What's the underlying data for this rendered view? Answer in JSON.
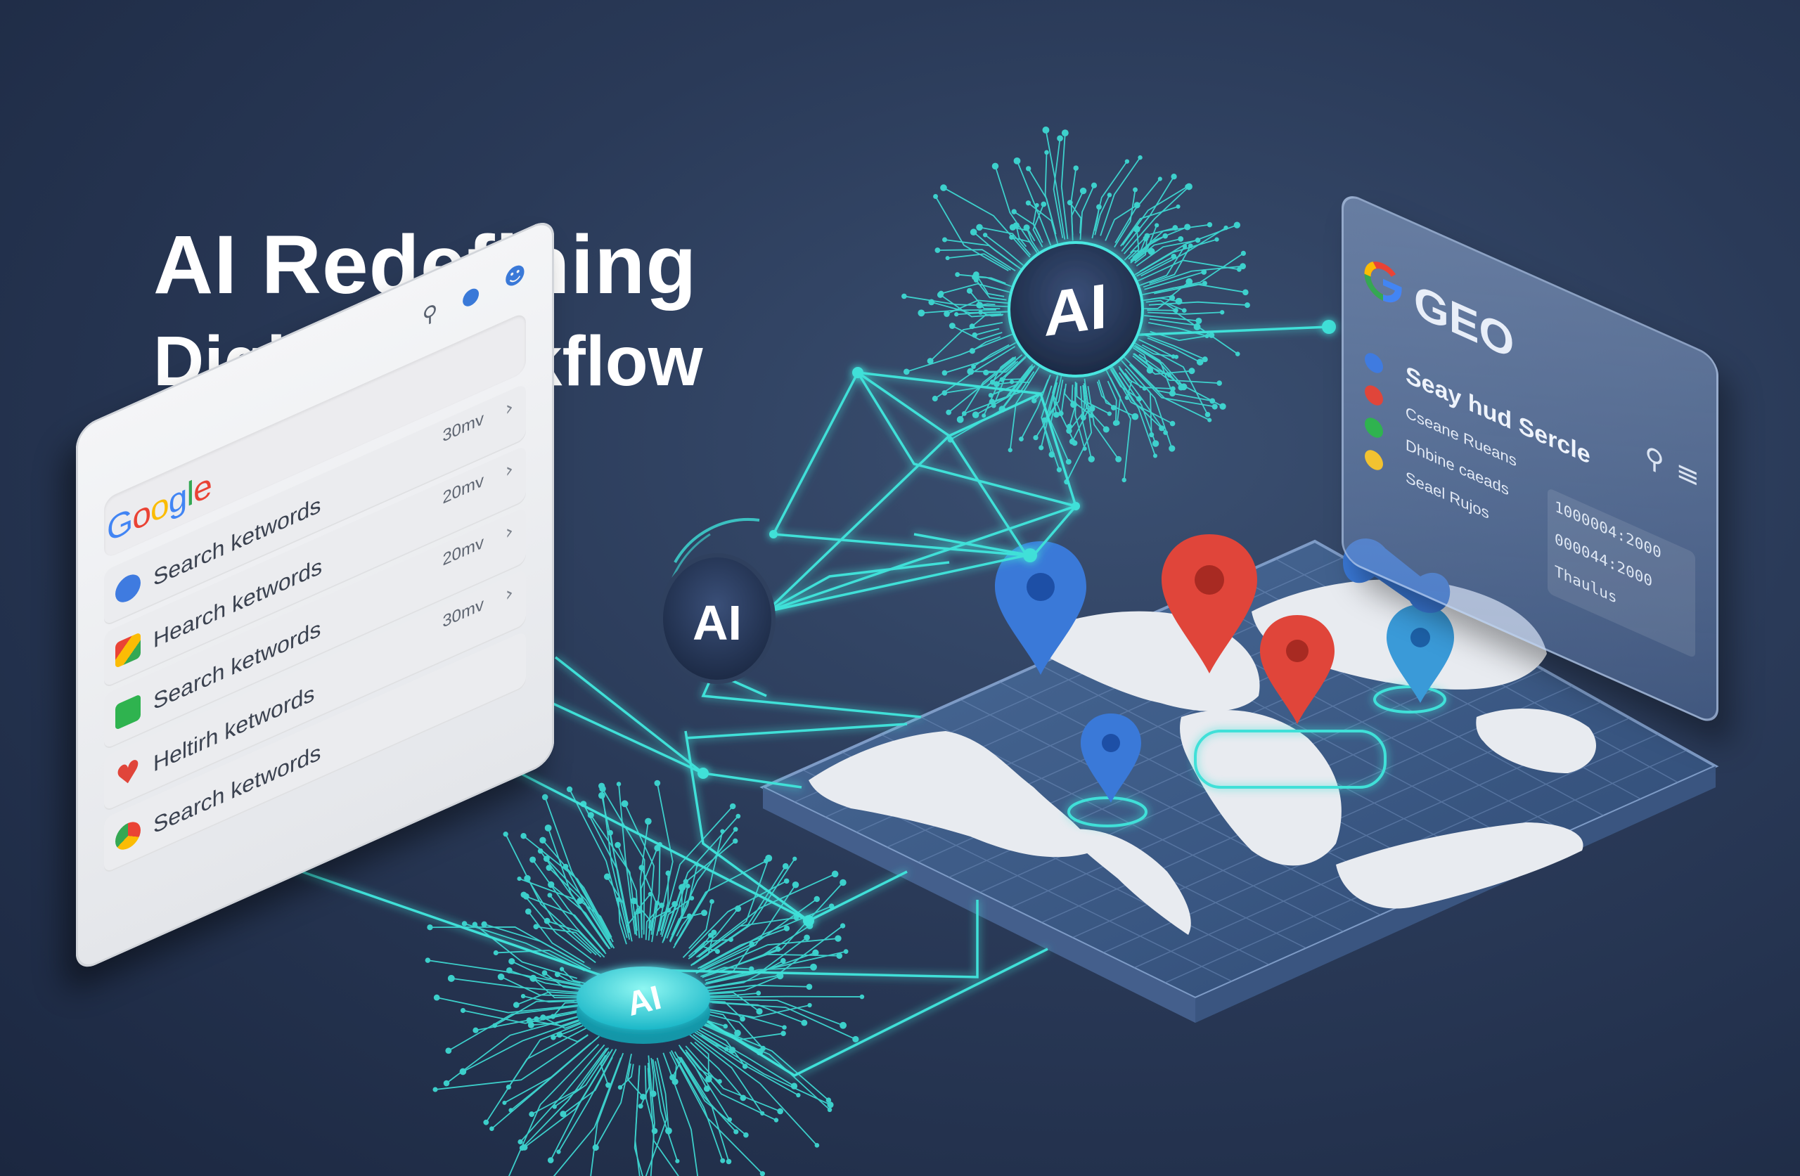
{
  "headline": {
    "line1": "AI Redefining",
    "line2": "Digital Workflow"
  },
  "search_panel": {
    "logo": "Google",
    "top_icons": [
      "search-icon",
      "mic-icon",
      "user-icon"
    ],
    "rows": [
      {
        "label": "Search ketwords",
        "volume": "30mv",
        "icon": "google-g-icon"
      },
      {
        "label": "Hearch ketwords",
        "volume": "20mv",
        "icon": "google-blue-icon"
      },
      {
        "label": "Search ketwords",
        "volume": "20mv",
        "icon": "google-multicolor-icon"
      },
      {
        "label": "Heltirh ketwords",
        "volume": "30mv",
        "icon": "green-square-icon"
      },
      {
        "label": "Search ketwords",
        "volume": "",
        "icon": "heart-icon"
      }
    ]
  },
  "geo_panel": {
    "title": "GEO",
    "heading": "Seay hud Sercle",
    "lines": [
      "Cseane Rueans",
      "Dhbine caeads",
      "Seael Rujos"
    ],
    "values": [
      "1000004:2000",
      "000044:2000",
      "Thaulus"
    ],
    "dot_colors": [
      "#3f7be0",
      "#e0453a",
      "#2fb34f",
      "#f2c230"
    ]
  },
  "ai_badges": {
    "top": "AI",
    "middle": "AI",
    "bottom": "AI"
  },
  "colors": {
    "background": "#2a3a58",
    "network": "#3fe0d8",
    "pin_blue": "#3a79d8",
    "pin_red": "#e0453a",
    "map_land": "#e6e9ee",
    "map_water": "#3d5a85"
  },
  "map_pins": [
    {
      "color": "blue"
    },
    {
      "color": "red"
    },
    {
      "color": "red"
    },
    {
      "color": "blue"
    },
    {
      "color": "blue"
    }
  ]
}
